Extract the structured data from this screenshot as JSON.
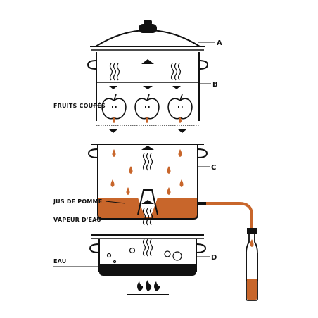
{
  "labels": {
    "a": "A",
    "b": "B",
    "c": "C",
    "d": "D",
    "fruits": "FRUITS COUPÉS",
    "jus": "JUS DE POMME",
    "vapeur": "VAPEUR D'EAU",
    "eau": "EAU"
  },
  "colors": {
    "juice": "#c8662b",
    "line": "#111111",
    "water": "#111111",
    "background": "#ffffff"
  },
  "icons": [
    "lid-knob-icon",
    "apple-icon",
    "steam-icon",
    "juice-drop-icon",
    "flame-icon",
    "bottle-icon",
    "arrow-icon"
  ]
}
